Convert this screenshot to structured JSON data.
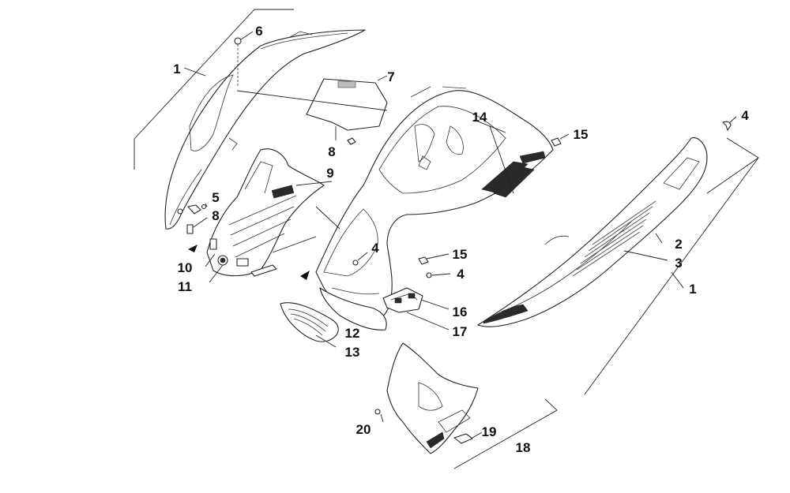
{
  "diagram": {
    "callouts": [
      {
        "id": "c1a",
        "label": "1"
      },
      {
        "id": "c6",
        "label": "6"
      },
      {
        "id": "c7",
        "label": "7"
      },
      {
        "id": "c14",
        "label": "14"
      },
      {
        "id": "c15a",
        "label": "15"
      },
      {
        "id": "c4a",
        "label": "4"
      },
      {
        "id": "c8a",
        "label": "8"
      },
      {
        "id": "c9",
        "label": "9"
      },
      {
        "id": "c5",
        "label": "5"
      },
      {
        "id": "c8b",
        "label": "8"
      },
      {
        "id": "c10",
        "label": "10"
      },
      {
        "id": "c11",
        "label": "11"
      },
      {
        "id": "c4b",
        "label": "4"
      },
      {
        "id": "c15b",
        "label": "15"
      },
      {
        "id": "c4c",
        "label": "4"
      },
      {
        "id": "c2",
        "label": "2"
      },
      {
        "id": "c3",
        "label": "3"
      },
      {
        "id": "c1b",
        "label": "1"
      },
      {
        "id": "c16",
        "label": "16"
      },
      {
        "id": "c17",
        "label": "17"
      },
      {
        "id": "c12",
        "label": "12"
      },
      {
        "id": "c13",
        "label": "13"
      },
      {
        "id": "c20",
        "label": "20"
      },
      {
        "id": "c19",
        "label": "19"
      },
      {
        "id": "c18",
        "label": "18"
      }
    ]
  }
}
